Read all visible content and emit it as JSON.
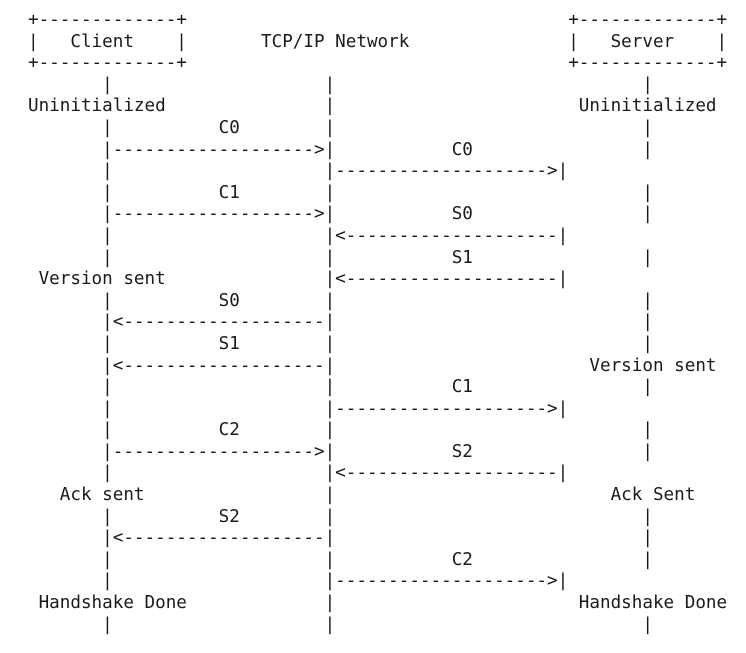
{
  "diagram": {
    "lines": [
      "+-------------+                                    +-------------+",
      "|   Client    |       TCP/IP Network               |   Server    |",
      "+-------------+                                    +-------------+",
      "       |                    |                             |",
      "Uninitialized               |                       Uninitialized",
      "       |          C0        |                             |",
      "       |------------------->|           C0                |",
      "       |                    |-------------------->|",
      "       |          C1        |                             |",
      "       |------------------->|           S0                |",
      "       |                    |<--------------------|",
      "       |                    |           S1                |",
      " Version sent               |<--------------------|",
      "       |          S0        |                             |",
      "       |<-------------------|                             |",
      "       |          S1        |                             |",
      "       |<-------------------|                        Version sent",
      "       |                    |           C1                |",
      "       |                    |-------------------->|",
      "       |          C2        |                             |",
      "       |------------------->|           S2                |",
      "       |                    |<--------------------|",
      "   Ack sent                 |                          Ack Sent",
      "       |          S2        |                             |",
      "       |<-------------------|                             |",
      "       |                    |           C2                |",
      "       |                    |-------------------->|",
      " Handshake Done             |                       Handshake Done",
      "       |                    |                             |"
    ]
  }
}
